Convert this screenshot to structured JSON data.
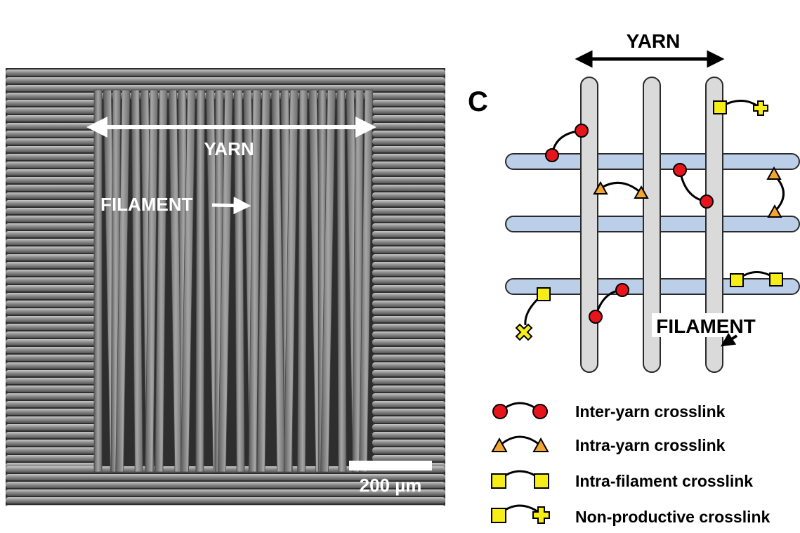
{
  "micrograph": {
    "yarn_label": "YARN",
    "filament_label": "FILAMENT",
    "scale_bar_label": "200 µm"
  },
  "diagram": {
    "panel_letter": "C",
    "yarn_label": "YARN",
    "filament_label": "FILAMENT"
  },
  "legend": {
    "items": [
      {
        "label": "Inter-yarn crosslink",
        "marker": "red-circle"
      },
      {
        "label": "Intra-yarn crosslink",
        "marker": "orange-triangle"
      },
      {
        "label": "Intra-filament crosslink",
        "marker": "yellow-square"
      },
      {
        "label": "Non-productive crosslink",
        "marker": "yellow-square-cross"
      }
    ]
  },
  "colors": {
    "inter_yarn": "#e8141c",
    "intra_yarn": "#f2a630",
    "intra_filament": "#f7ee17",
    "filament_vertical": "#dadada",
    "filament_horizontal": "#bccfe8",
    "micrograph_gray": "#8f8f8f"
  }
}
